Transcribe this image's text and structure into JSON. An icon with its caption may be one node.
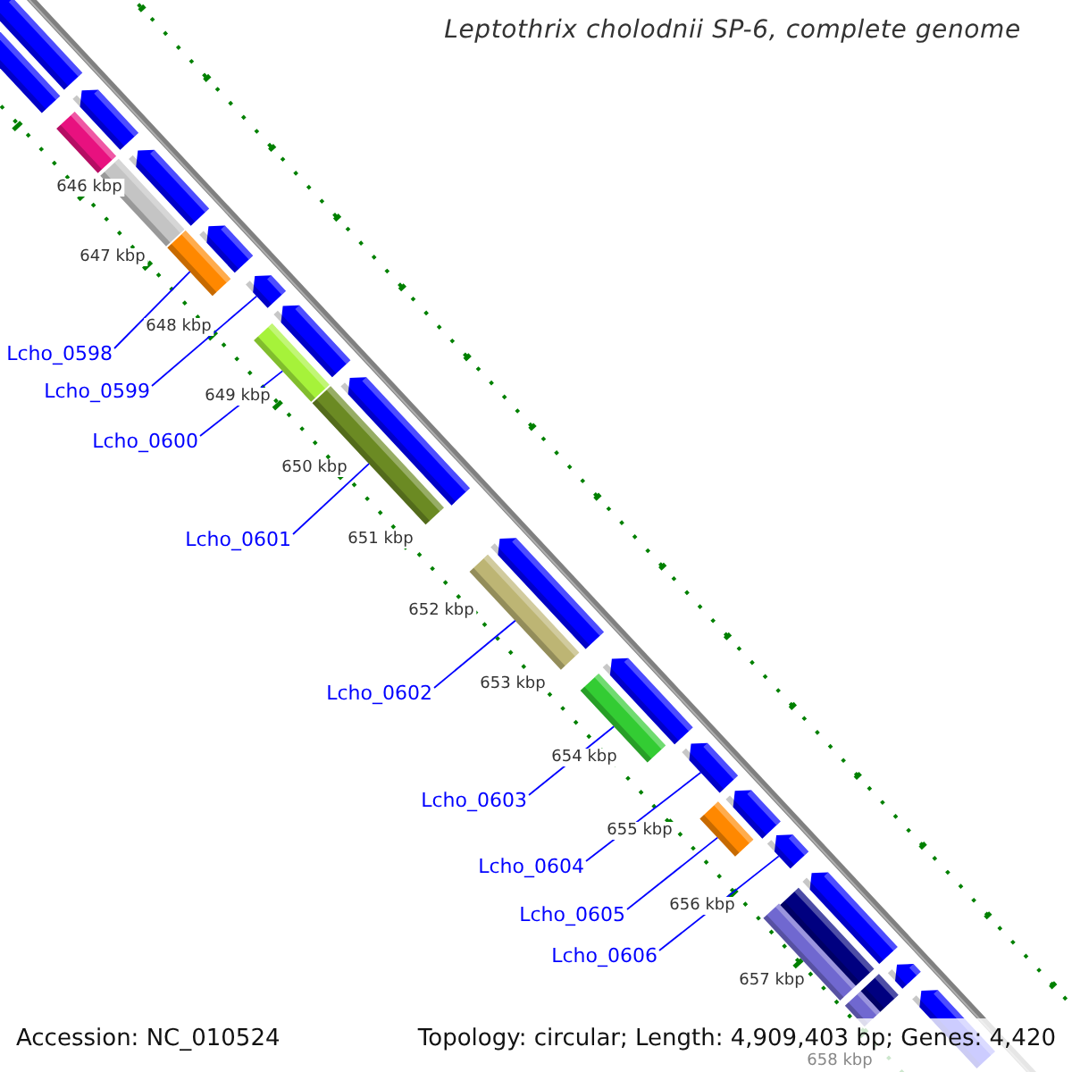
{
  "diagram": {
    "title": "Leptothrix cholodnii SP-6, complete genome",
    "nodes": [
      {
        "text": [
          "Lcho_0598"
        ]
      },
      {
        "text": [
          "Lcho_0599"
        ]
      },
      {
        "text": [
          "Lcho_0600"
        ]
      },
      {
        "text": [
          "Lcho_0601"
        ]
      },
      {
        "text": [
          "Lcho_0602"
        ]
      },
      {
        "text": [
          "Lcho_0603"
        ]
      },
      {
        "text": [
          "Lcho_0604"
        ]
      },
      {
        "text": [
          "Lcho_0605"
        ]
      },
      {
        "text": [
          "Lcho_0606"
        ]
      },
      {
        "text": [],
        "shape": "arrow"
      },
      {
        "text": [],
        "shape": "bar"
      },
      {
        "text": [],
        "shape": "arrow"
      },
      {
        "text": [],
        "shape": "bar"
      },
      {
        "text": [],
        "shape": "bar"
      },
      {
        "text": [],
        "shape": "arrow"
      },
      {
        "text": [],
        "shape": "bar"
      },
      {
        "text": [],
        "shape": "arrow"
      },
      {
        "text": [],
        "shape": "arrow"
      },
      {
        "text": [],
        "shape": "arrow"
      },
      {
        "text": [],
        "shape": "bar"
      },
      {
        "text": [],
        "shape": "bar"
      },
      {
        "text": [],
        "shape": "arrow"
      },
      {
        "text": [],
        "shape": "arrow"
      },
      {
        "text": [],
        "shape": "bar"
      },
      {
        "text": [],
        "shape": "arrow"
      },
      {
        "text": [],
        "shape": "bar"
      },
      {
        "text": [],
        "shape": "arrow"
      },
      {
        "text": [],
        "shape": "bar"
      },
      {
        "text": [],
        "shape": "arrow"
      },
      {
        "text": [],
        "shape": "arrow"
      },
      {
        "text": [],
        "shape": "arrow"
      },
      {
        "text": [],
        "shape": "bar"
      },
      {
        "text": [],
        "shape": "bar"
      },
      {
        "text": [],
        "shape": "bar"
      },
      {
        "text": [],
        "shape": "bar"
      },
      {
        "text": [],
        "shape": "arrow"
      },
      {
        "text": [],
        "shape": "arrow"
      }
    ],
    "edges": [
      {
        "from": 0,
        "to": 15,
        "arrow": "none"
      },
      {
        "from": 1,
        "to": 17,
        "arrow": "none"
      },
      {
        "from": 2,
        "to": 19,
        "arrow": "none"
      },
      {
        "from": 3,
        "to": 20,
        "arrow": "none"
      },
      {
        "from": 4,
        "to": 23,
        "arrow": "none"
      },
      {
        "from": 5,
        "to": 25,
        "arrow": "none"
      },
      {
        "from": 6,
        "to": 26,
        "arrow": "none"
      },
      {
        "from": 7,
        "to": 27,
        "arrow": "none"
      },
      {
        "from": 8,
        "to": 29,
        "arrow": "none"
      }
    ],
    "labels": [
      "646 kbp",
      "647 kbp",
      "648 kbp",
      "649 kbp",
      "650 kbp",
      "651 kbp",
      "652 kbp",
      "653 kbp",
      "654 kbp",
      "655 kbp",
      "656 kbp",
      "657 kbp",
      "658 kbp",
      "Accession: NC_010524",
      "Topology: circular; Length: 4,909,403 bp; Genes: 4,420"
    ]
  }
}
